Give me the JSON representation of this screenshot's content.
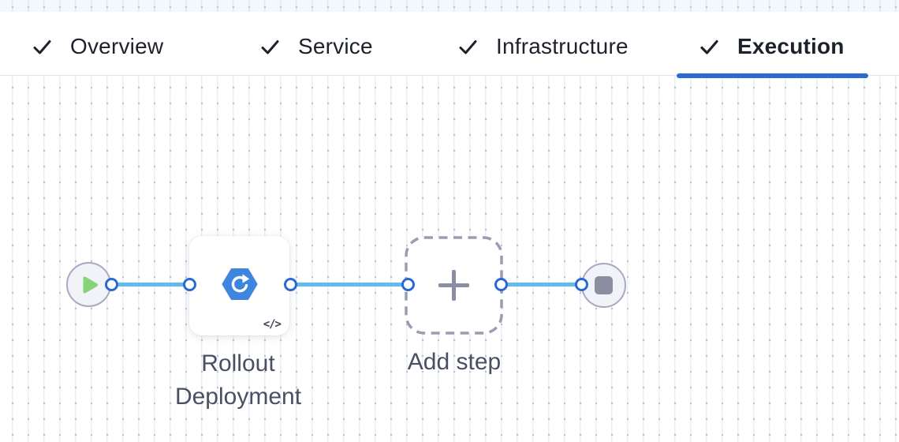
{
  "tabs": [
    {
      "id": "overview",
      "label": "Overview",
      "checked": true,
      "active": false
    },
    {
      "id": "service",
      "label": "Service",
      "checked": true,
      "active": false
    },
    {
      "id": "infrastructure",
      "label": "Infrastructure",
      "checked": true,
      "active": false
    },
    {
      "id": "execution",
      "label": "Execution",
      "checked": true,
      "active": true
    }
  ],
  "canvas": {
    "start_node": {
      "icon": "play-icon"
    },
    "steps": [
      {
        "title": "Rollout Deployment",
        "icon": "k8s-rollout-icon",
        "badge": "</>"
      }
    ],
    "add_step": {
      "label": "Add step",
      "icon": "plus-icon"
    },
    "end_node": {
      "icon": "stop-icon"
    }
  },
  "colors": {
    "active_tab_underline": "#2c6cd2",
    "tab_text": "#1d212b",
    "edge_blue": "#61bbf0",
    "port_border_blue": "#2a69d0",
    "round_node_fill": "#f2f2f9",
    "round_node_border": "#aaa8c0",
    "play_green": "#86d476",
    "stop_gray": "#8b8da0",
    "step_icon_blue": "#3e85de",
    "dashed_border_gray": "#9a9cb2",
    "plus_gray": "#8b8da2",
    "node_label_text": "#4b4f63"
  }
}
